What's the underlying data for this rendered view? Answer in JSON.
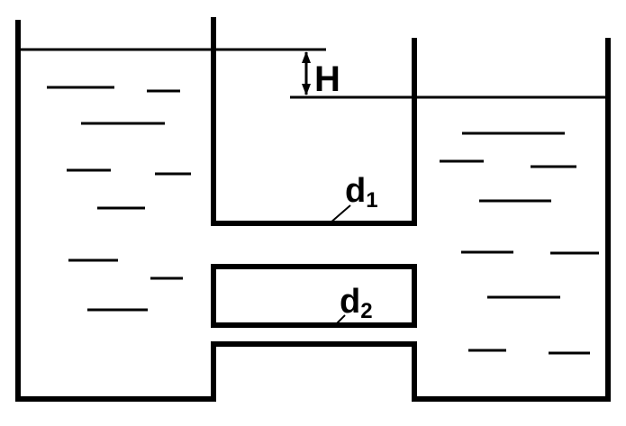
{
  "labels": {
    "head": "H",
    "d1_main": "d",
    "d1_sub": "1",
    "d2_main": "d",
    "d2_sub": "2"
  },
  "colors": {
    "stroke": "#000000",
    "background": "#ffffff"
  }
}
